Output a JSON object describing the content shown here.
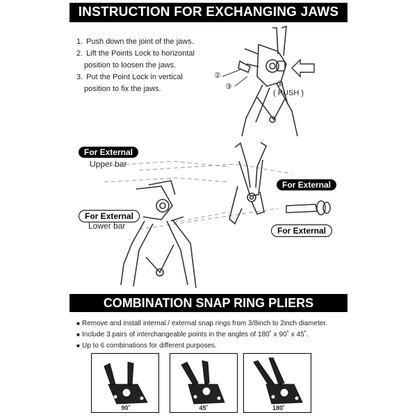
{
  "header": {
    "title": "INSTRUCTION FOR EXCHANGING JAWS"
  },
  "steps": [
    {
      "num": "1.",
      "lines": [
        "Push down the joint of the jaws."
      ]
    },
    {
      "num": "2.",
      "lines": [
        "Lift the Points Lock to horizontal",
        "position to loosen the jaws."
      ]
    },
    {
      "num": "3.",
      "lines": [
        "Put the Point Lock in vertical",
        "position to fix the jaws."
      ]
    }
  ],
  "callouts": {
    "c1": "①",
    "c2": "②",
    "c3": "③",
    "push": "( PUSH )"
  },
  "diagram": {
    "external_upper_badge": "For External",
    "upper_bar": "Upper bar",
    "external_lower_badge": "For External",
    "lower_bar": "Lower bar",
    "external_right_top": "For External",
    "external_right_bottom": "For External"
  },
  "section2": {
    "title": "COMBINATION SNAP RING PLIERS",
    "bullets": [
      "Remove and install internal / external snap rings from 3/8inch to 2inch diameter.",
      "Include 3 pairs of interchangeable points in the angles of 180˚ x 90˚ x 45˚.",
      "Up to 6 combinations for different purposes."
    ],
    "bullet_symbol": "■"
  },
  "angles": [
    "90˚",
    "45˚",
    "180˚"
  ]
}
